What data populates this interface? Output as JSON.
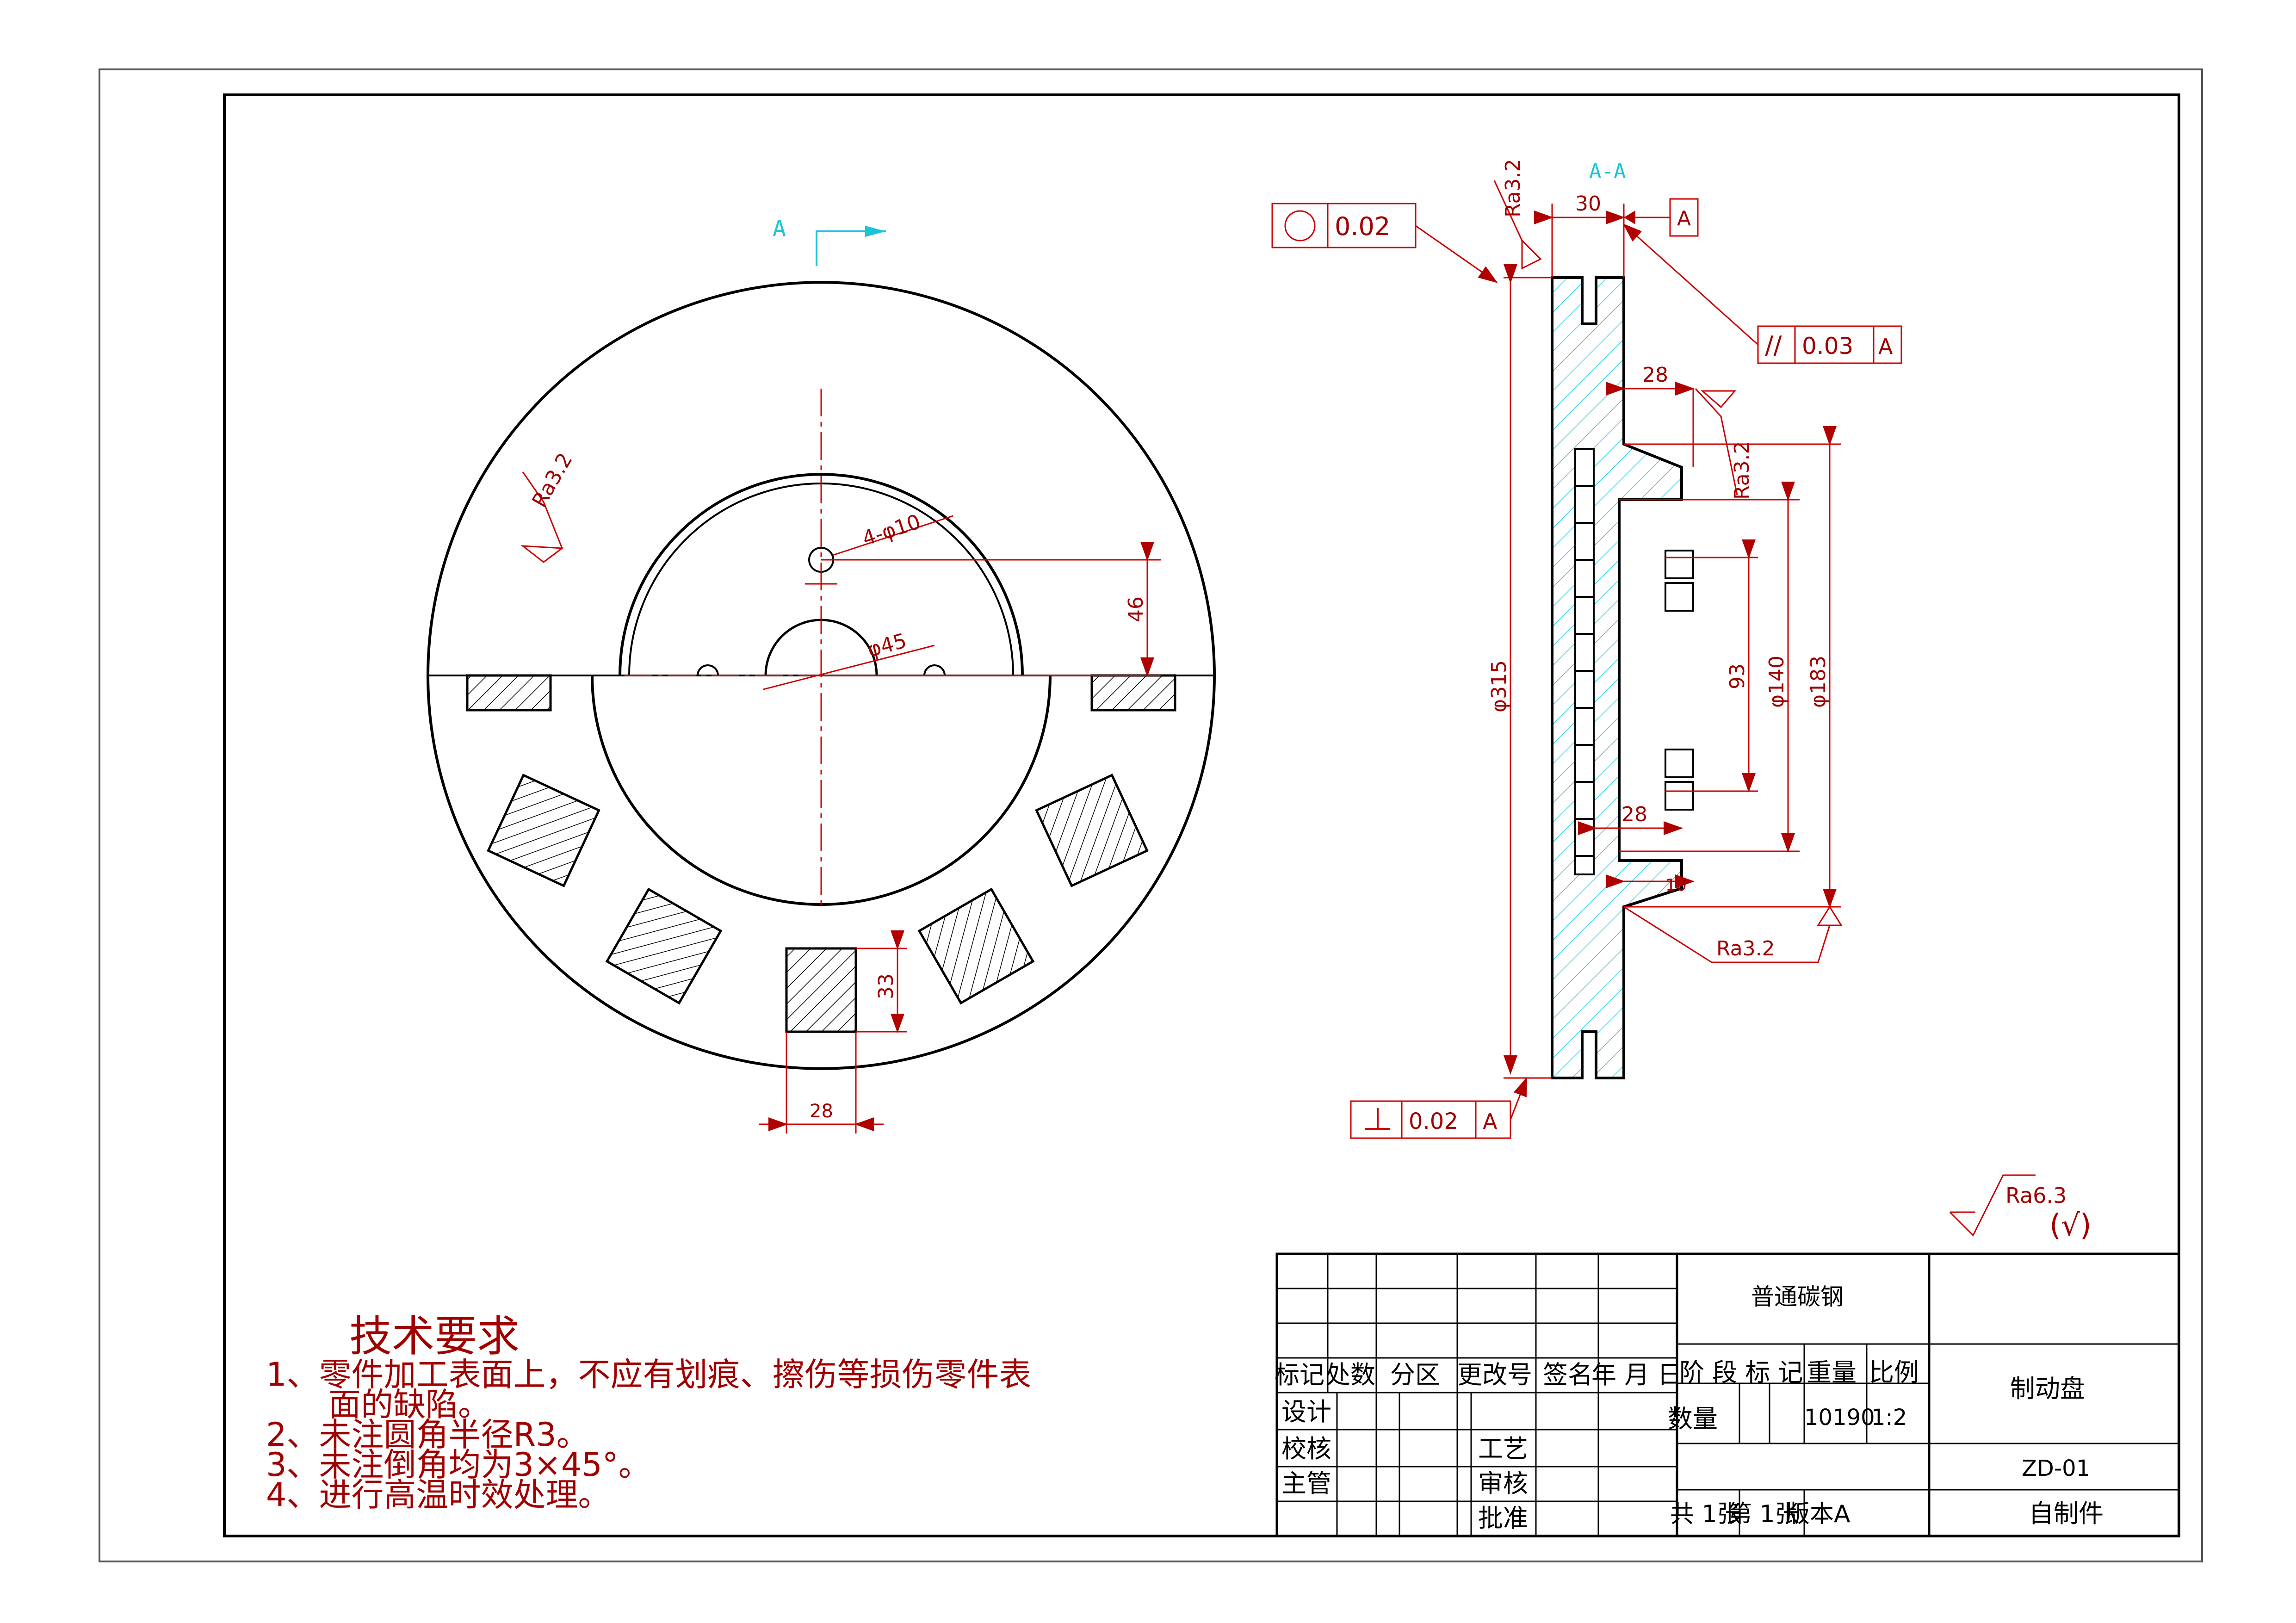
{
  "drawing": {
    "material": "普通碳钢",
    "part_name": "制动盘",
    "drawing_number": "ZD-01",
    "source": "自制件",
    "weight": "10190",
    "scale": "1:2"
  },
  "title_block": {
    "headers": [
      "标记",
      "处数",
      "分区",
      "更改号",
      "签名",
      "年 月 日"
    ],
    "stage_headers": [
      "阶 段 标 记",
      "重量",
      "比例"
    ],
    "quantity_label": "数量",
    "row_labels": [
      "设计",
      "校核",
      "主管"
    ],
    "mid_labels": [
      "工艺",
      "审核",
      "批准"
    ],
    "sheet_total": "共 1张",
    "sheet_index": "第 1张",
    "version": "版本A"
  },
  "tech_requirements": {
    "title": "技术要求",
    "items": [
      "1、零件加工表面上，不应有划痕、擦伤等损伤零件表",
      "面的缺陷。",
      "2、未注圆角半径R3。",
      "3、未注倒角均为3×45°。",
      "4、进行高温时效处理。"
    ]
  },
  "front_view": {
    "section_mark": "A",
    "dims": {
      "holes": "4-φ10",
      "bore": "φ45",
      "offset_46": "46",
      "slot_33": "33",
      "slot_28": "28"
    },
    "roughness": "Ra3.2"
  },
  "section_view": {
    "title": "A-A",
    "dims": {
      "width_30": "30",
      "hub_28_top": "28",
      "hub_28_mid": "28",
      "d_10": "10",
      "d_93": "93",
      "d_140": "φ140",
      "d_183": "φ183",
      "d_315": "φ315"
    },
    "roughness": [
      "Ra3.2",
      "Ra3.2",
      "Ra3.2"
    ],
    "tolerances": {
      "roundness": "0.02",
      "parallelism": "0.03",
      "perpendicularity": "0.02",
      "datum": "A"
    }
  },
  "general_roughness": {
    "value": "Ra6.3",
    "note": "(√)"
  },
  "colors": {
    "outline": "#000000",
    "annotation": "#b00000",
    "section_marks": "#19c5d8",
    "hatch": "#19c5d8"
  }
}
